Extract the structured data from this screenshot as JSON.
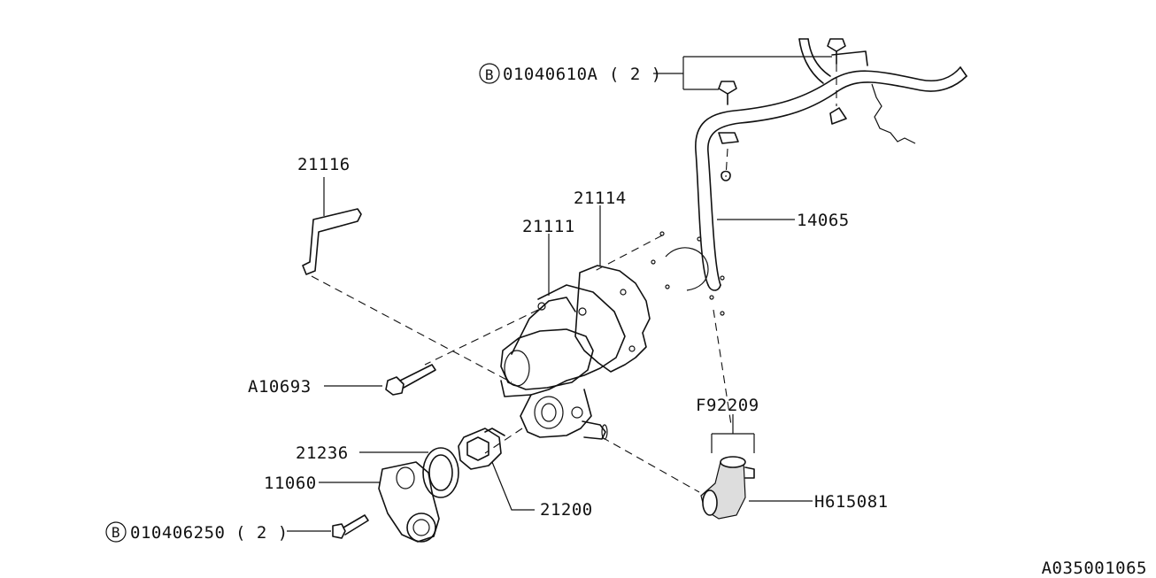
{
  "parts": {
    "bolt_top": {
      "prefix": "B",
      "code": "01040610A",
      "qty": "( 2  )"
    },
    "bolt_bottom": {
      "prefix": "B",
      "code": "010406250",
      "qty": "( 2  )"
    },
    "p21116": "21116",
    "p21114": "21114",
    "p21111": "21111",
    "p14065": "14065",
    "pA10693": "A10693",
    "pF92209": "F92209",
    "p21236": "21236",
    "p11060": "11060",
    "p21200": "21200",
    "pH615081": "H615081"
  },
  "figure_code": "A035001065"
}
